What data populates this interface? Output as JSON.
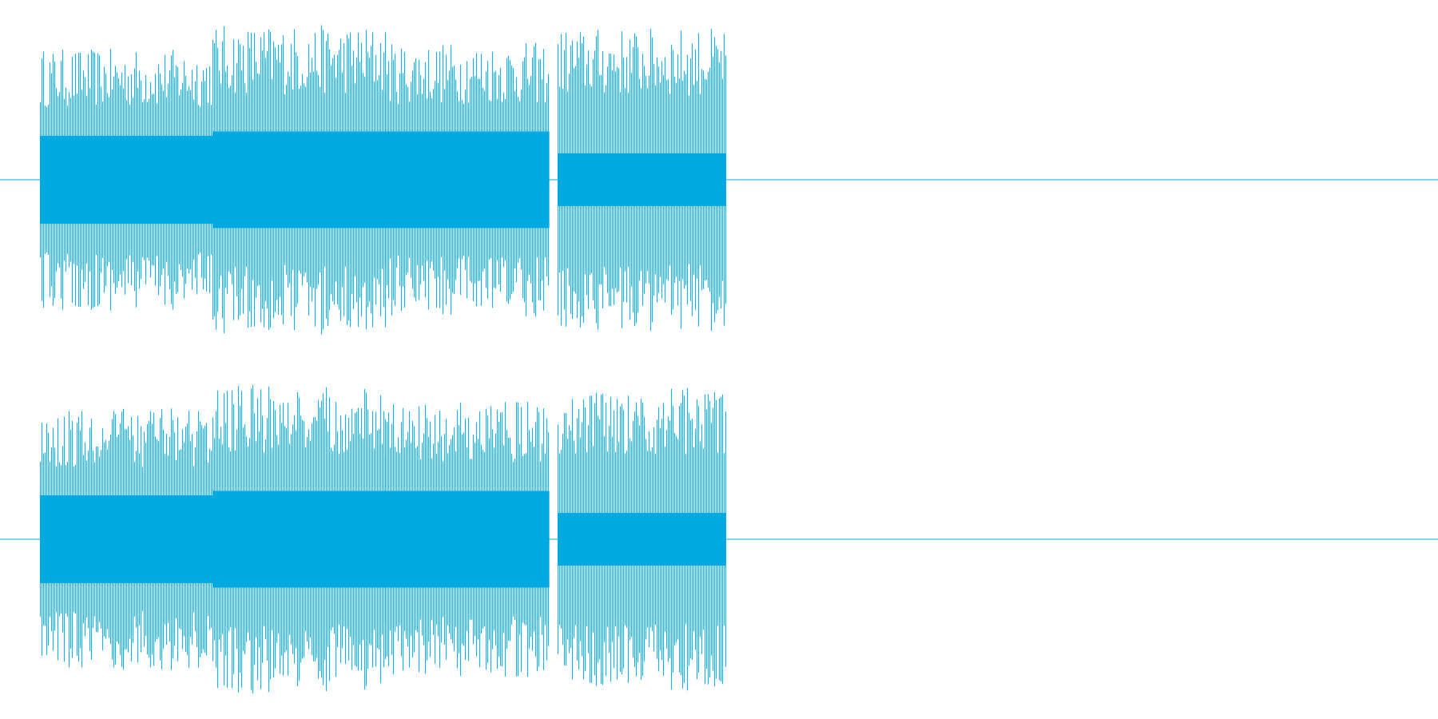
{
  "waveform": {
    "color": "#00A9E0",
    "background": "#FFFFFF",
    "channel_count": 2,
    "duration_fraction_with_audio": 0.505,
    "channels": [
      {
        "id": "left-channel"
      },
      {
        "id": "right-channel"
      }
    ],
    "segments": [
      {
        "start": 0.028,
        "end": 0.148,
        "peak": 0.82,
        "dense": 0.5
      },
      {
        "start": 0.148,
        "end": 0.268,
        "peak": 0.97,
        "dense": 0.55
      },
      {
        "start": 0.268,
        "end": 0.382,
        "peak": 0.86,
        "dense": 0.55
      },
      {
        "start": 0.388,
        "end": 0.505,
        "peak": 0.95,
        "dense": 0.3
      }
    ]
  }
}
